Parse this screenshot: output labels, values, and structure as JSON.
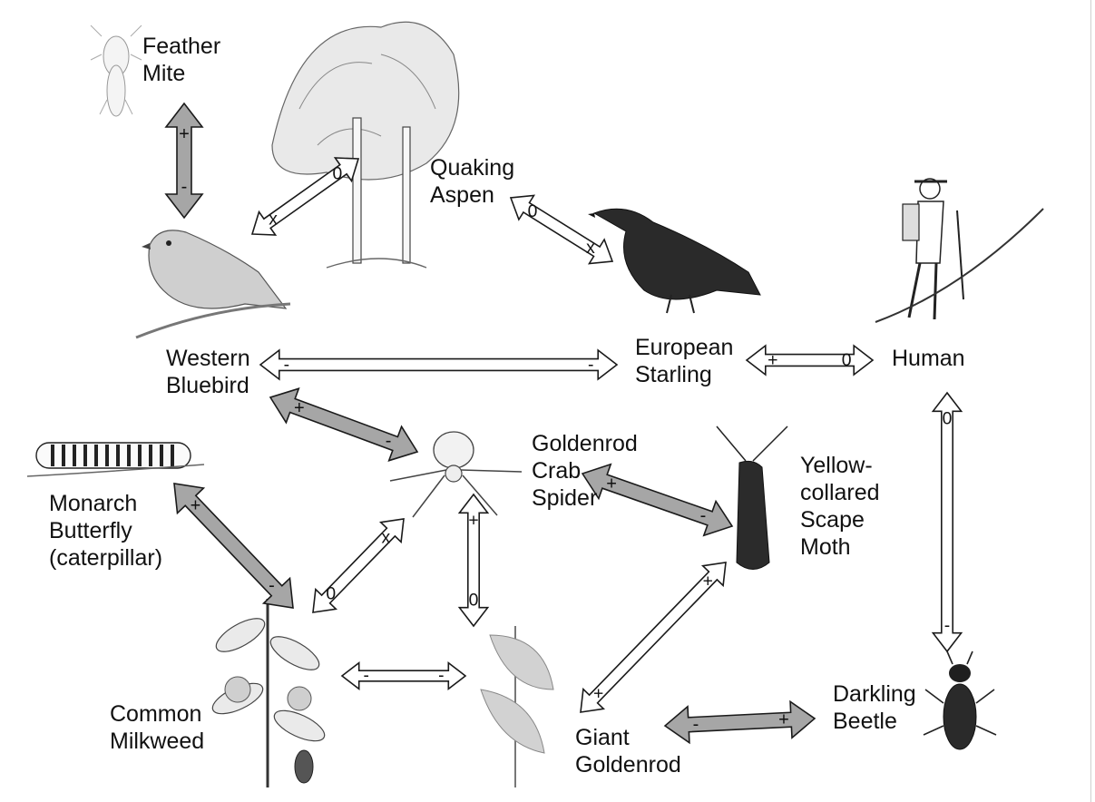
{
  "organisms": [
    {
      "id": "feather_mite",
      "lines": [
        "Feather",
        "Mite"
      ]
    },
    {
      "id": "quaking_aspen",
      "lines": [
        "Quaking",
        "Aspen"
      ]
    },
    {
      "id": "western_bluebird",
      "lines": [
        "Western",
        "Bluebird"
      ]
    },
    {
      "id": "european_starling",
      "lines": [
        "European",
        "Starling"
      ]
    },
    {
      "id": "human",
      "lines": [
        "Human"
      ]
    },
    {
      "id": "monarch_butterfly",
      "lines": [
        "Monarch",
        "Butterfly",
        "(caterpillar)"
      ]
    },
    {
      "id": "goldenrod_crab_spider",
      "lines": [
        "Goldenrod",
        "Crab",
        "Spider"
      ]
    },
    {
      "id": "yellow_collared_scape_moth",
      "lines": [
        "Yellow-",
        "collared",
        "Scape",
        "Moth"
      ]
    },
    {
      "id": "common_milkweed",
      "lines": [
        "Common",
        "Milkweed"
      ]
    },
    {
      "id": "giant_goldenrod",
      "lines": [
        "Giant",
        "Goldenrod"
      ]
    },
    {
      "id": "darkling_beetle",
      "lines": [
        "Darkling",
        "Beetle"
      ]
    }
  ],
  "interactions": [
    {
      "from": "feather_mite",
      "to": "western_bluebird",
      "from_effect": "+",
      "to_effect": "-",
      "fill": "gray"
    },
    {
      "from": "western_bluebird",
      "to": "quaking_aspen",
      "from_effect": "x",
      "to_effect": "0",
      "fill": "white"
    },
    {
      "from": "quaking_aspen",
      "to": "european_starling",
      "from_effect": "0",
      "to_effect": "x",
      "fill": "white"
    },
    {
      "from": "western_bluebird",
      "to": "european_starling",
      "from_effect": "-",
      "to_effect": "-",
      "fill": "white"
    },
    {
      "from": "european_starling",
      "to": "human",
      "from_effect": "+",
      "to_effect": "0",
      "fill": "white"
    },
    {
      "from": "western_bluebird",
      "to": "goldenrod_crab_spider",
      "from_effect": "+",
      "to_effect": "-",
      "fill": "gray"
    },
    {
      "from": "goldenrod_crab_spider",
      "to": "yellow_collared_scape_moth",
      "from_effect": "+",
      "to_effect": "-",
      "fill": "gray"
    },
    {
      "from": "monarch_butterfly",
      "to": "common_milkweed",
      "from_effect": "+",
      "to_effect": "-",
      "fill": "gray"
    },
    {
      "from": "common_milkweed",
      "to": "goldenrod_crab_spider",
      "from_effect": "0",
      "to_effect": "x",
      "fill": "white"
    },
    {
      "from": "goldenrod_crab_spider",
      "to": "giant_goldenrod",
      "from_effect": "+",
      "to_effect": "0",
      "fill": "white"
    },
    {
      "from": "common_milkweed",
      "to": "giant_goldenrod",
      "from_effect": "-",
      "to_effect": "-",
      "fill": "white"
    },
    {
      "from": "giant_goldenrod",
      "to": "yellow_collared_scape_moth",
      "from_effect": "+",
      "to_effect": "+",
      "fill": "white"
    },
    {
      "from": "human",
      "to": "darkling_beetle",
      "from_effect": "0",
      "to_effect": "-",
      "fill": "white"
    },
    {
      "from": "giant_goldenrod",
      "to": "darkling_beetle",
      "from_effect": "-",
      "to_effect": "+",
      "fill": "gray"
    }
  ],
  "illustrations": [
    {
      "id": "feather_mite",
      "icon": "mite-icon"
    },
    {
      "id": "quaking_aspen",
      "icon": "aspen-tree-icon"
    },
    {
      "id": "western_bluebird",
      "icon": "bluebird-icon"
    },
    {
      "id": "european_starling",
      "icon": "starling-icon"
    },
    {
      "id": "human",
      "icon": "hiker-icon"
    },
    {
      "id": "monarch_butterfly",
      "icon": "caterpillar-icon"
    },
    {
      "id": "goldenrod_crab_spider",
      "icon": "spider-icon"
    },
    {
      "id": "yellow_collared_scape_moth",
      "icon": "moth-icon"
    },
    {
      "id": "common_milkweed",
      "icon": "milkweed-icon"
    },
    {
      "id": "giant_goldenrod",
      "icon": "goldenrod-icon"
    },
    {
      "id": "darkling_beetle",
      "icon": "beetle-icon"
    }
  ],
  "colors": {
    "gray_arrow": "#a6a6a6",
    "white_arrow": "#ffffff",
    "outline": "#1a1a1a",
    "text": "#111111"
  }
}
